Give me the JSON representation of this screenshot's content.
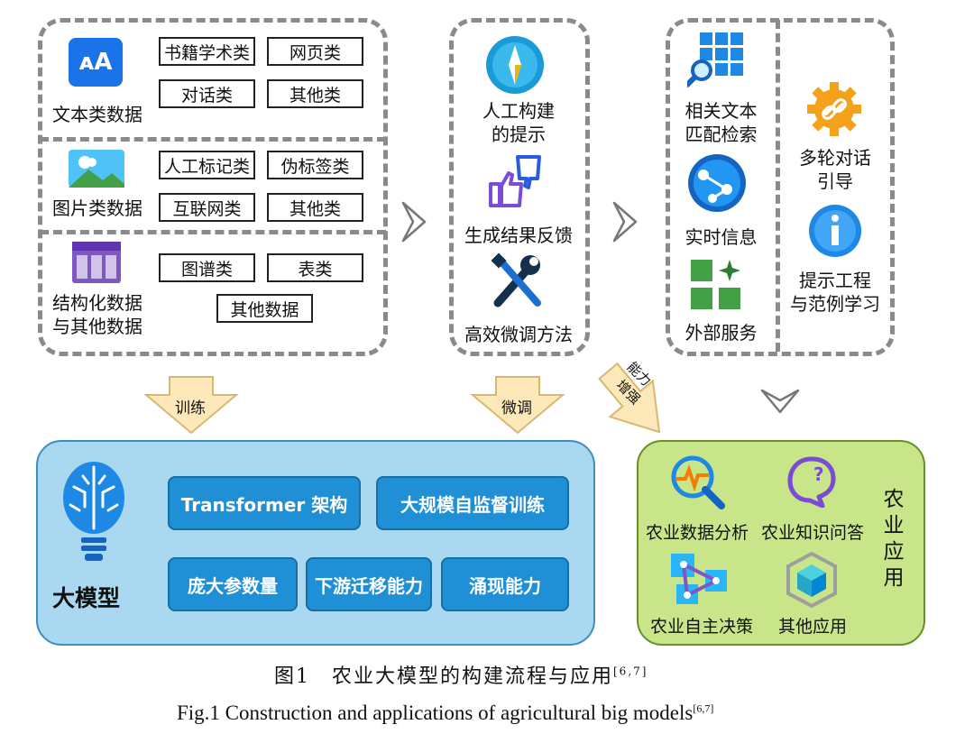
{
  "data_section": {
    "text": {
      "label": "文本类数据",
      "tags": [
        "书籍学术类",
        "网页类",
        "对话类",
        "其他类"
      ]
    },
    "image": {
      "label": "图片类数据",
      "tags": [
        "人工标记类",
        "伪标签类",
        "互联网类",
        "其他类"
      ]
    },
    "struct": {
      "label_line1": "结构化数据",
      "label_line2": "与其他数据",
      "tags": [
        "图谱类",
        "表类",
        "其他数据"
      ]
    }
  },
  "finetune_section": {
    "items": [
      {
        "line1": "人工构建",
        "line2": "的提示",
        "icon": "compass-icon"
      },
      {
        "line1": "生成结果反馈",
        "line2": "",
        "icon": "thumbs-icon"
      },
      {
        "line1": "高效微调方法",
        "line2": "",
        "icon": "tools-icon"
      }
    ]
  },
  "enhance_section": {
    "left": [
      {
        "line1": "相关文本",
        "line2": "匹配检索",
        "icon": "grid-search-icon"
      },
      {
        "line1": "实时信息",
        "line2": "",
        "icon": "globe-icon"
      },
      {
        "line1": "外部服务",
        "line2": "",
        "icon": "apps-icon"
      }
    ],
    "right": [
      {
        "line1": "多轮对话",
        "line2": "引导",
        "icon": "gear-link-icon"
      },
      {
        "line1": "提示工程",
        "line2": "与范例学习",
        "icon": "info-icon"
      }
    ]
  },
  "arrows": {
    "train": "训练",
    "finetune": "微调",
    "enhance_line1": "能力",
    "enhance_line2": "增强"
  },
  "big_model": {
    "label": "大模型",
    "features": [
      "Transformer 架构",
      "大规模自监督训练",
      "庞大参数量",
      "下游迁移能力",
      "涌现能力"
    ]
  },
  "agri_apps": {
    "side_label": [
      "农",
      "业",
      "应",
      "用"
    ],
    "items": [
      "农业数据分析",
      "农业知识问答",
      "农业自主决策",
      "其他应用"
    ]
  },
  "caption": {
    "cn": "图1　农业大模型的构建流程与应用",
    "cn_ref": "[6,7]",
    "en": "Fig.1  Construction and applications of agricultural big models",
    "en_ref": "[6,7]"
  },
  "colors": {
    "blue_panel": "#a9d8f0",
    "green_panel": "#c8e58a",
    "button_blue": "#1f8fd6",
    "arrow_fill": "#fce8b8"
  }
}
